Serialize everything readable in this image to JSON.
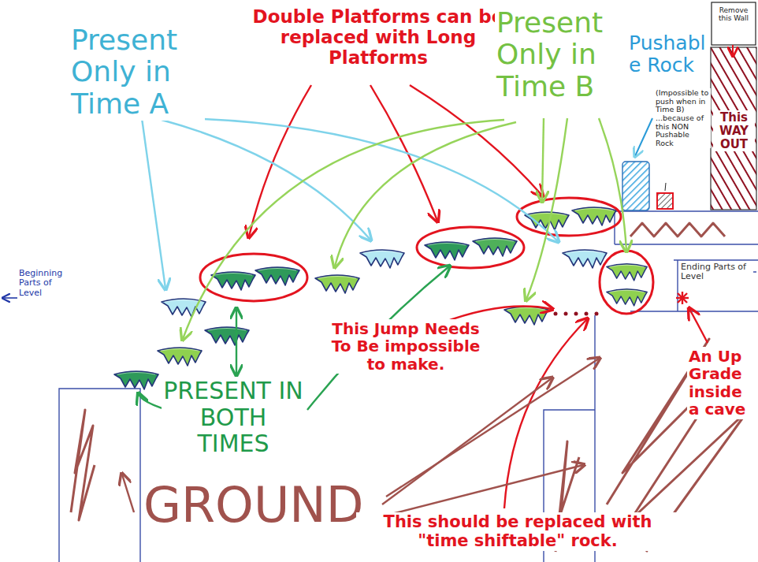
{
  "diagram": {
    "labels": [
      "Present Only in Time A",
      "Double Platforms can be replaced with Long Platforms",
      "Present Only in Time B",
      "Pushable Rock",
      "(Impossible to push when in Time B) ...because of this NON Pushable Rock",
      "Remove this Wall",
      "This WAY OUT",
      "Beginning Parts of Level",
      "PRESENT IN BOTH TIMES",
      "GROUND",
      "This Jump Needs To Be impossible to make.",
      "This should be replaced with \"time shiftable\" rock.",
      "Ending Parts of Level",
      "An Up Grade inside a cave"
    ]
  }
}
